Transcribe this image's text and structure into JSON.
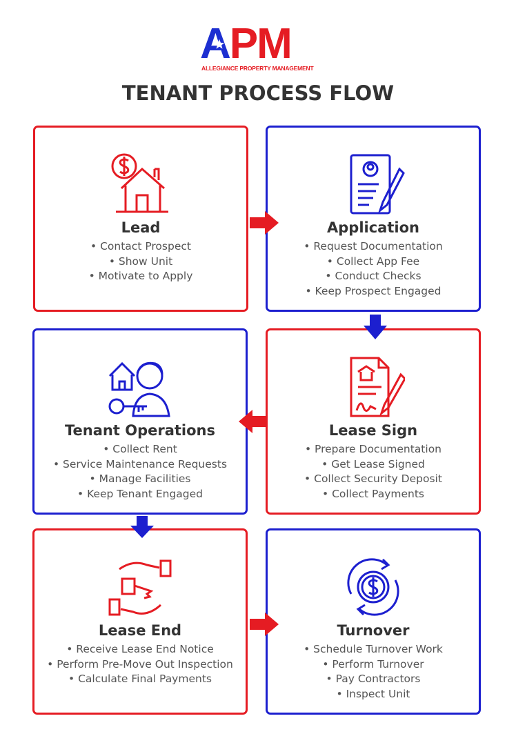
{
  "logo": {
    "letters_a": "A",
    "letters_pm": "PM",
    "subtitle": "ALLEGIANCE PROPERTY MANAGEMENT"
  },
  "title": "TENANT PROCESS FLOW",
  "colors": {
    "red": "#e51c23",
    "blue": "#1c1fcf",
    "text": "#555555",
    "heading": "#333333"
  },
  "steps": [
    {
      "title": "Lead",
      "icon": "house-dollar-icon",
      "items": [
        "• Contact Prospect",
        "• Show Unit",
        "• Motivate to Apply"
      ]
    },
    {
      "title": "Application",
      "icon": "application-form-icon",
      "items": [
        "• Request Documentation",
        "• Collect App Fee",
        "• Conduct Checks",
        "• Keep Prospect Engaged"
      ]
    },
    {
      "title": "Tenant Operations",
      "icon": "tenant-key-icon",
      "items": [
        "• Collect Rent",
        "• Service Maintenance Requests",
        "• Manage Facilities",
        "• Keep Tenant Engaged"
      ]
    },
    {
      "title": "Lease Sign",
      "icon": "contract-sign-icon",
      "items": [
        "• Prepare Documentation",
        "• Get Lease Signed",
        "• Collect Security Deposit",
        "• Collect Payments"
      ]
    },
    {
      "title": "Lease End",
      "icon": "key-handover-icon",
      "items": [
        "• Receive Lease End Notice",
        "• Perform Pre-Move Out Inspection",
        "• Calculate Final Payments"
      ]
    },
    {
      "title": "Turnover",
      "icon": "dollar-cycle-icon",
      "items": [
        "• Schedule Turnover Work",
        "• Perform Turnover",
        "• Pay Contractors",
        "• Inspect Unit"
      ]
    }
  ]
}
